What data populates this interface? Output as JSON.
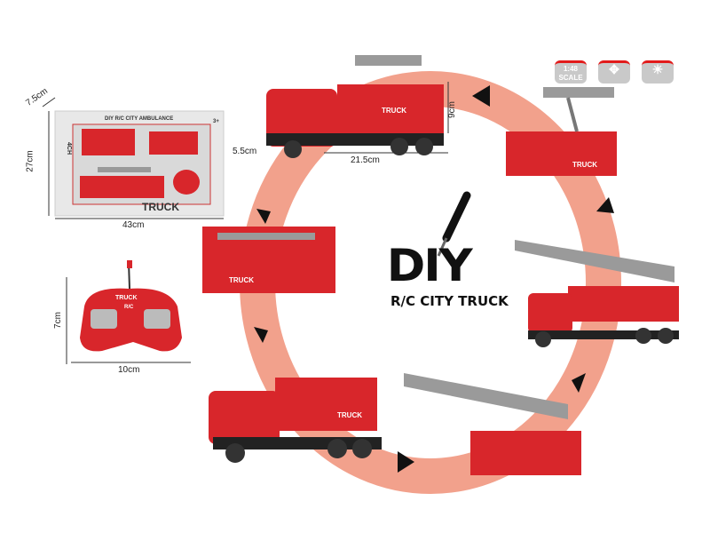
{
  "colors": {
    "ring": "#f2a18c",
    "truck_red": "#d8262b",
    "ladder_gray": "#9a9a9a",
    "arrow": "#111111"
  },
  "box": {
    "title": "DIY R/C CITY AMBULANCE",
    "brand": "TRUCK",
    "age": "3+",
    "side_label": "4CH",
    "dims": {
      "depth": "7.5cm",
      "height": "27cm",
      "width": "43cm"
    }
  },
  "controller": {
    "label": "TRUCK",
    "sub": "R/C",
    "dims": {
      "height": "7cm",
      "width": "10cm"
    }
  },
  "top_truck": {
    "dims": {
      "height": "9cm",
      "length": "21.5cm",
      "width": "5.5cm"
    },
    "label": "TRUCK"
  },
  "badges": [
    {
      "icon": "scale-icon",
      "text": "1:48 SCALE"
    },
    {
      "icon": "directions-icon",
      "text": ""
    },
    {
      "icon": "light-icon",
      "text": ""
    }
  ],
  "logo": {
    "title": "DIY",
    "subtitle": "R/C CITY TRUCK"
  },
  "module_labels": [
    "TRUCK",
    "TRUCK",
    "TRUCK",
    "TRUCK"
  ]
}
